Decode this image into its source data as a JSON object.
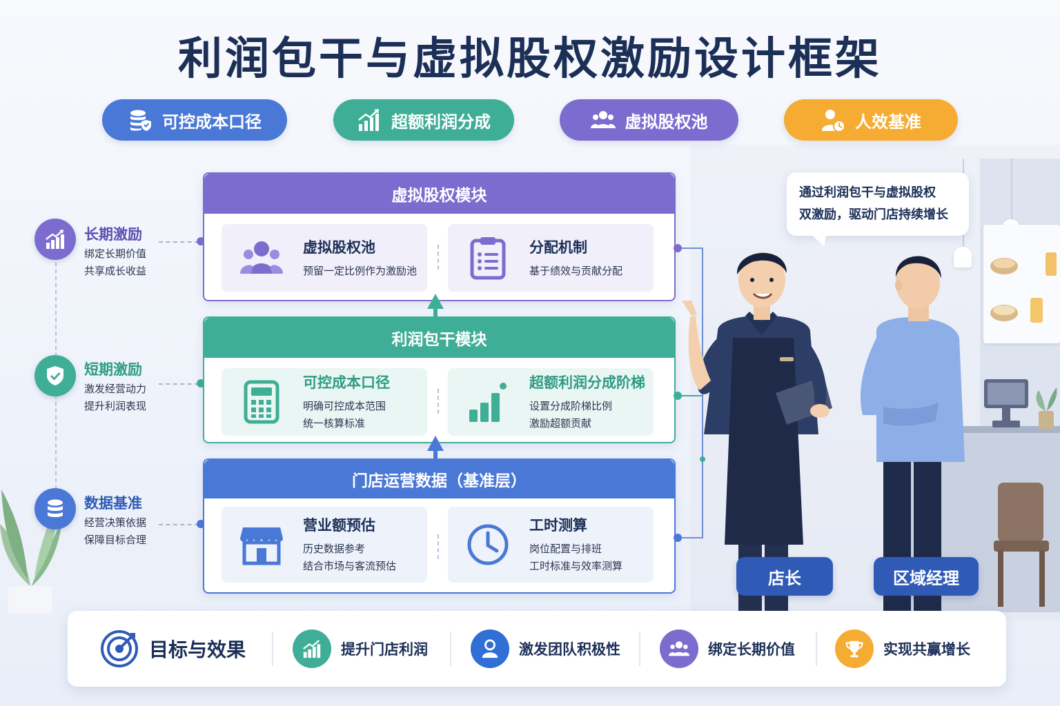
{
  "title": "利润包干与虚拟股权激励设计框架",
  "pills": [
    {
      "label": "可控成本口径",
      "icon": "coins-shield-icon",
      "color": "#4a78d6"
    },
    {
      "label": "超额利润分成",
      "icon": "growth-chart-icon",
      "color": "#3fae97"
    },
    {
      "label": "虚拟股权池",
      "icon": "users-icon",
      "color": "#7d6ccf"
    },
    {
      "label": "人效基准",
      "icon": "person-clock-icon",
      "color": "#f6ac32"
    }
  ],
  "timeline": [
    {
      "title": "长期激励",
      "desc1": "绑定长期价值",
      "desc2": "共享成长收益",
      "color": "#7d6ccf",
      "title_color": "#5a4fb3"
    },
    {
      "title": "短期激励",
      "desc1": "激发经营动力",
      "desc2": "提升利润表现",
      "color": "#3fae97",
      "title_color": "#2e9c84"
    },
    {
      "title": "数据基准",
      "desc1": "经营决策依据",
      "desc2": "保障目标合理",
      "color": "#4a78d6",
      "title_color": "#2f5bb7"
    }
  ],
  "modules": {
    "equity": {
      "title": "虚拟股权模块",
      "left": {
        "title": "虚拟股权池",
        "desc1": "预留一定比例作为激励池",
        "icon": "user-group-icon"
      },
      "right": {
        "title": "分配机制",
        "desc1": "基于绩效与贡献分配",
        "icon": "clipboard-list-icon"
      }
    },
    "profit": {
      "title": "利润包干模块",
      "left": {
        "title": "可控成本口径",
        "desc1": "明确可控成本范围",
        "desc2": "统一核算标准",
        "icon": "calculator-icon"
      },
      "right": {
        "title": "超额利润分成阶梯",
        "desc1": "设置分成阶梯比例",
        "desc2": "激励超额贡献",
        "icon": "bar-steps-icon"
      }
    },
    "data": {
      "title": "门店运营数据（基准层）",
      "left": {
        "title": "营业额预估",
        "desc1": "历史数据参考",
        "desc2": "结合市场与客流预估",
        "icon": "store-icon"
      },
      "right": {
        "title": "工时测算",
        "desc1": "岗位配置与排班",
        "desc2": "工时标准与效率测算",
        "icon": "clock-icon"
      }
    }
  },
  "bubble": {
    "line1": "通过利润包干与虚拟股权",
    "line2": "双激励，驱动门店持续增长"
  },
  "roles": [
    "店长",
    "区域经理"
  ],
  "bottom": {
    "main": "目标与效果",
    "items": [
      {
        "label": "提升门店利润",
        "icon": "growth-chart-icon",
        "color": "#3fae97"
      },
      {
        "label": "激发团队积极性",
        "icon": "person-icon",
        "color": "#2f6fd6"
      },
      {
        "label": "绑定长期价值",
        "icon": "users-icon",
        "color": "#7d6ccf"
      },
      {
        "label": "实现共赢增长",
        "icon": "trophy-icon",
        "color": "#f6ac32"
      }
    ]
  }
}
